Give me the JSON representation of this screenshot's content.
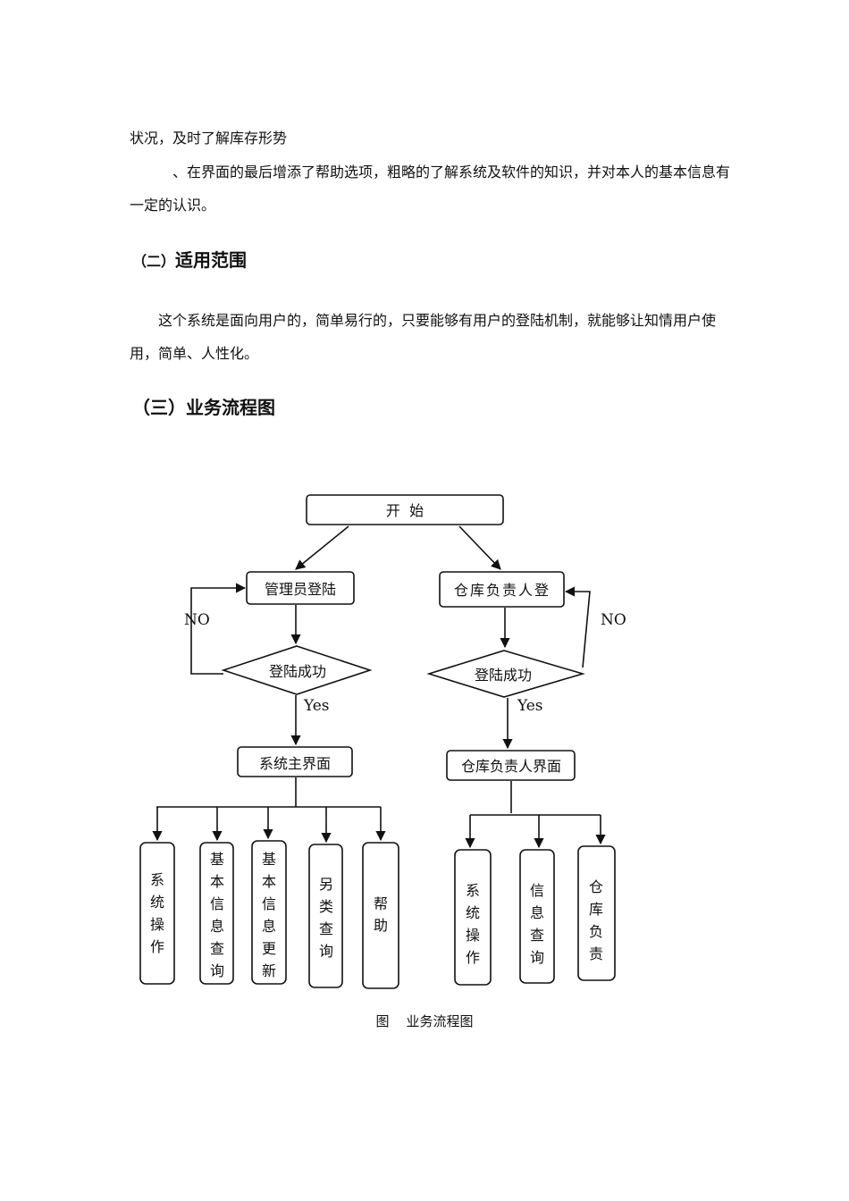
{
  "paragraphs": {
    "p1_line": "状况，及时了解库存形势",
    "p2": "、在界面的最后增添了帮助选项，粗略的了解系统及软件的知识，并对本人的基本信息有一定的认识。",
    "p3": "这个系统是面向用户的，简单易行的，只要能够有用户的登陆机制，就能够让知情用户使用，简单、人性化。"
  },
  "headings": {
    "h2_prefix": "（二）",
    "h2_text": "适用范围",
    "h3_prefix": "（三）",
    "h3_text": "业务流程图"
  },
  "flowchart": {
    "start": "开  始",
    "admin_login": "管理员登陆",
    "warehouse_login": "仓库负责人登",
    "decision": "登陆成功",
    "no_label": "NO",
    "yes_label": "Yes",
    "main_ui": "系统主界面",
    "warehouse_ui": "仓库负责人界面",
    "admin_children": [
      [
        "系",
        "统",
        "操",
        "作"
      ],
      [
        "基",
        "本",
        "信",
        "息",
        "查",
        "询"
      ],
      [
        "基",
        "本",
        "信",
        "息",
        "更",
        "新"
      ],
      [
        "另",
        "类",
        "查",
        "询"
      ],
      [
        "帮",
        "助"
      ]
    ],
    "warehouse_children": [
      [
        "系",
        "统",
        "操",
        "作"
      ],
      [
        "信",
        "息",
        "查",
        "询"
      ],
      [
        "仓",
        "库",
        "负",
        "责"
      ]
    ]
  },
  "caption": "图    业务流程图"
}
